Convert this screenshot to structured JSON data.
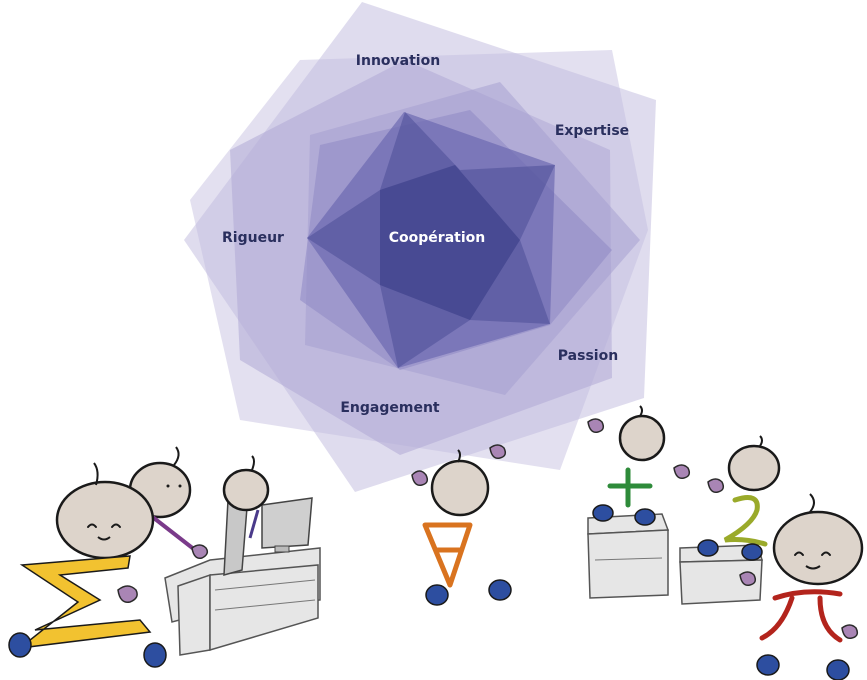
{
  "diagram": {
    "center": "Coopération",
    "values": [
      {
        "id": "innovation",
        "label": "Innovation"
      },
      {
        "id": "expertise",
        "label": "Expertise"
      },
      {
        "id": "passion",
        "label": "Passion"
      },
      {
        "id": "engagement",
        "label": "Engagement"
      },
      {
        "id": "rigueur",
        "label": "Rigueur"
      }
    ]
  },
  "colors": {
    "layer_light": "#c9c4e2",
    "layer_mid": "#9e98cc",
    "layer_dark": "#5a5aa3",
    "core": "#3a3c86",
    "label_text": "#2a2f5e",
    "sigma_yellow": "#f2c230",
    "forall_orange": "#d9731f",
    "plus_green": "#2e8b3a",
    "two_olive": "#9aaa2a",
    "pi_red": "#b3241c"
  },
  "characters": [
    "sigma",
    "forall",
    "plus",
    "two",
    "pi"
  ]
}
